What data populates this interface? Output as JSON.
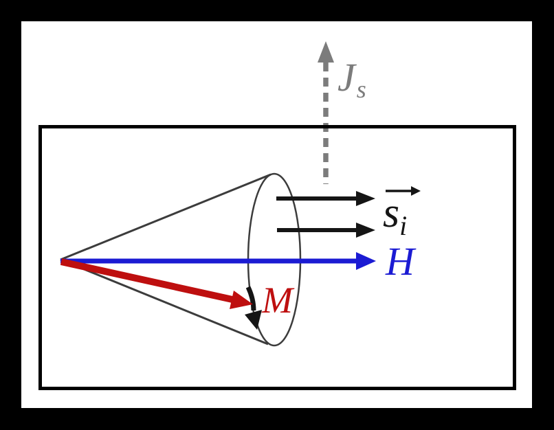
{
  "labels": {
    "spin_current": {
      "main": "J",
      "sub": "s"
    },
    "spin": {
      "main": "s",
      "sub": "i"
    },
    "field": {
      "main": "H"
    },
    "magnetization": {
      "main": "M"
    }
  },
  "colors": {
    "background": "#000000",
    "panel": "#ffffff",
    "box_border": "#000000",
    "spin_current_gray": "#7c7c7c",
    "spin_black": "#151515",
    "field_blue": "#1b1bd3",
    "magnetization_red": "#be0f0f",
    "cone_stroke": "#3c3c3c"
  }
}
